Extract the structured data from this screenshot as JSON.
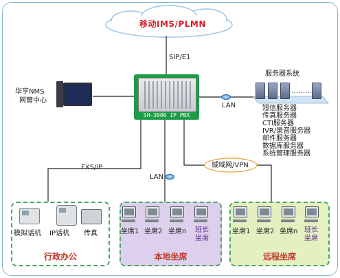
{
  "cloud": {
    "label": "移动IMS/PLMN"
  },
  "links": {
    "sip_e1": "SIP/E1",
    "lan_right": "LAN",
    "lan_bottom": "LAN",
    "fxs_ip": "FXS/IP",
    "metro_vpn": "城域网/VPN"
  },
  "pbx": {
    "label": "SH-3000 IP PBX"
  },
  "nms": {
    "label_line1": "华亨NMS",
    "label_line2": "网管中心"
  },
  "servers": {
    "title": "服务器系统",
    "dots": "…………",
    "items": [
      "短信服务器",
      "传真服务器",
      "CTI服务器",
      "IVR/录音服务器",
      "邮件服务器",
      "数据库服务器",
      "系统管理服务器"
    ]
  },
  "zones": {
    "admin": {
      "title": "行政办公",
      "items": [
        "模拟话机",
        "IP话机",
        "传真"
      ]
    },
    "local": {
      "title": "本地坐席",
      "items": [
        "坐席1",
        "坐席2",
        "坐席n",
        "班长",
        "坐席"
      ]
    },
    "remote": {
      "title": "远程坐席",
      "items": [
        "坐席1",
        "坐席2",
        "坐席n",
        "班长",
        "坐席"
      ]
    }
  }
}
